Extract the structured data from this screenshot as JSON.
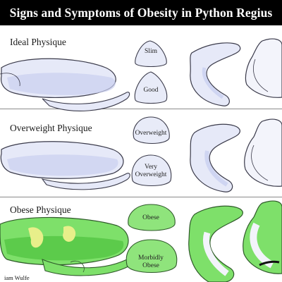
{
  "title": "Signs and Symptoms of Obesity in Python Regius",
  "sections": [
    {
      "label": "Ideal Physique",
      "shape_top": "Slim",
      "shape_bottom": "Good"
    },
    {
      "label": "Overweight Physique",
      "shape_top": "Overweight",
      "shape_bottom_line1": "Very",
      "shape_bottom_line2": "Overweight"
    },
    {
      "label": "Obese Physique",
      "shape_top": "Obese",
      "shape_bottom_line1": "Morbidly",
      "shape_bottom_line2": "Obese"
    }
  ],
  "credit": "iam Wulfe",
  "colors": {
    "snake_body": "#e6e9f8",
    "snake_belly": "#f7f7fb",
    "snake_outline": "#3a3a4a",
    "snake_shade": "#c9cff0",
    "obese_green": "#7ee06a",
    "obese_green_dark": "#4fc23f",
    "obese_yellow": "#e8ef8a",
    "shape_fill": "#e8ebf8",
    "shape_fill_obese": "#8fe47c"
  }
}
